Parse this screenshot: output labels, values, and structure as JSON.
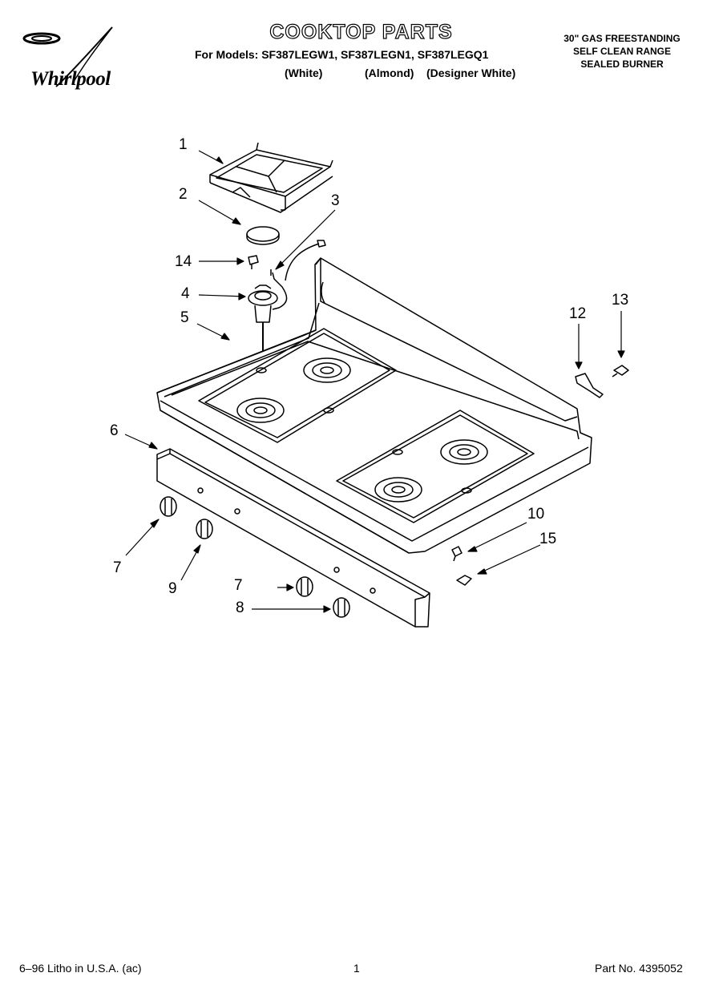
{
  "header": {
    "brand": "Whirlpool",
    "title": "COOKTOP PARTS",
    "models_line": "For Models: SF387LEGW1, SF387LEGN1, SF387LEGQ1",
    "variant_white": "(White)",
    "variant_almond": "(Almond)",
    "variant_designer": "(Designer White)",
    "product_line1": "30\" GAS FREESTANDING",
    "product_line2": "SELF CLEAN RANGE",
    "product_line3": "SEALED BURNER"
  },
  "callouts": {
    "c1": "1",
    "c2": "2",
    "c3": "3",
    "c4": "4",
    "c5": "5",
    "c6": "6",
    "c7a": "7",
    "c7b": "7",
    "c8": "8",
    "c9": "9",
    "c10": "10",
    "c12": "12",
    "c13": "13",
    "c14": "14",
    "c15": "15"
  },
  "footer": {
    "litho": "6–96 Litho in U.S.A. (ac)",
    "page": "1",
    "part_no": "Part No. 4395052"
  }
}
